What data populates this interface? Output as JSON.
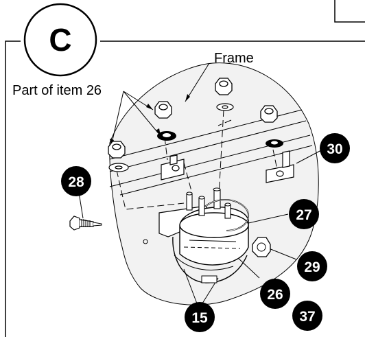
{
  "view_letter": "C",
  "labels": {
    "frame": "Frame",
    "part_of_item": "Part of item 26"
  },
  "callouts": [
    "28",
    "30",
    "27",
    "29",
    "26",
    "37",
    "15"
  ],
  "colors": {
    "ink": "#000000",
    "frame_fill": "#f2f2f2",
    "paper": "#ffffff"
  }
}
